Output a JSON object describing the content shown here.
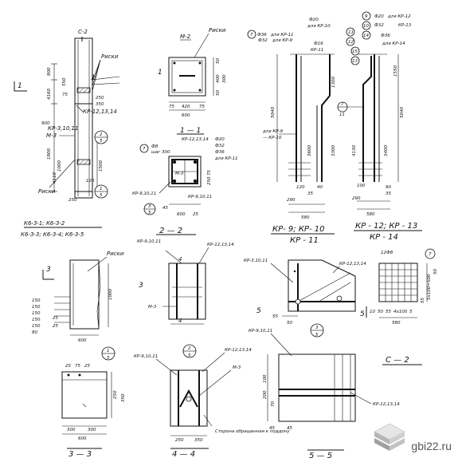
{
  "drawings": {
    "top_left": {
      "labels": [
        "С-2",
        "Риски",
        "1",
        "М-3",
        "КР-3,10,11",
        "КР-12,13,14",
        "Риски",
        "5",
        "1",
        "1",
        "2",
        "5"
      ],
      "dims": [
        "800",
        "4160",
        "1800",
        "900",
        "550",
        "75",
        "250",
        "350",
        "1000",
        "4110",
        "1500",
        "120",
        "250"
      ],
      "captions": [
        "К6-3-1;  К6-3-2",
        "К6-3-3;  К6-3-4;  К6-3-5"
      ]
    },
    "m2": {
      "labels": [
        "М-2",
        "Риски",
        "1"
      ],
      "dims": [
        "75",
        "420",
        "75",
        "600",
        "50",
        "400",
        "300",
        "50"
      ]
    },
    "sec_1_1": {
      "title": "1 — 1",
      "labels": [
        "КР-12,13,14",
        "7",
        "Ф8",
        "шаг 300",
        "М-3",
        "КР-9,10,11",
        "КР-9,10,11",
        "3",
        "5"
      ],
      "specs": [
        "Ф20",
        "Ф32",
        "Ф36",
        "для КР-11"
      ],
      "dims": [
        "45",
        "600",
        "25",
        "75",
        "250"
      ]
    },
    "sec_2_2": {
      "title": "2 — 2"
    },
    "kr9": {
      "specs": [
        "Ф36",
        "для КР-11",
        "Ф32",
        "для КР-9",
        "Ф20",
        "для КР-10",
        "Ф16",
        "КР-11"
      ],
      "markers": [
        "7",
        "11",
        "12"
      ],
      "labels": [
        "для КР-9",
        "— КР-10",
        "5040",
        "3600",
        "3300",
        "1300",
        "120",
        "35",
        "40",
        "290",
        "580"
      ],
      "caption_top": "КР- 9;  КР- 10",
      "caption_bottom": "КР - 11"
    },
    "kr12": {
      "specs": [
        "Ф20",
        "для КР-12",
        "Ф32",
        "КР-13",
        "Ф36",
        "для КР-14"
      ],
      "markers": [
        "9",
        "10",
        "14",
        "15",
        "13",
        "7",
        "11"
      ],
      "labels": [
        "1550",
        "5040",
        "4130",
        "3400",
        "100",
        "290",
        "580",
        "90",
        "35"
      ],
      "caption_top": "КР - 12;  КР - 13",
      "caption_bottom": "КР - 14"
    },
    "mid_left": {
      "labels": [
        "3",
        "Риски",
        "КР-9,10,11",
        "КР-12,13,14",
        "4",
        "4",
        "М-3",
        "3"
      ],
      "dims": [
        "150",
        "150",
        "150",
        "150",
        "150",
        "80",
        "25",
        "25",
        "600",
        "1000"
      ]
    },
    "sec_3_3": {
      "title": "3 — 3",
      "markers": [
        "1",
        "5"
      ],
      "dims": [
        "25",
        "75",
        "25",
        "300",
        "300",
        "600",
        "250",
        "350"
      ]
    },
    "sec_4_4": {
      "title": "4 — 4",
      "markers": [
        "2",
        "5"
      ],
      "labels": [
        "КР-9,10,11",
        "КР-12,13,14",
        "М-3"
      ],
      "dims": [
        "250",
        "350"
      ],
      "note": "Сторона обращенная к поддону"
    },
    "mid_right": {
      "labels": [
        "КР-3,10,11",
        "КР-12,13,14",
        "5",
        "5",
        "3",
        "5",
        "КР-9,10,11"
      ],
      "dims": [
        "55",
        "50"
      ]
    },
    "sec_5_5": {
      "title": "5 — 5",
      "labels": [
        "КР-12,13,14"
      ],
      "dims": [
        "100",
        "200",
        "70",
        "45",
        "45"
      ]
    },
    "c2": {
      "title": "С — 2",
      "specs": [
        "12Ф8",
        "7"
      ],
      "dims": [
        "10",
        "50",
        "55",
        "4х100",
        "5",
        "580",
        "55",
        "5х100=500",
        "50"
      ]
    }
  },
  "watermark": "gbi22.ru"
}
